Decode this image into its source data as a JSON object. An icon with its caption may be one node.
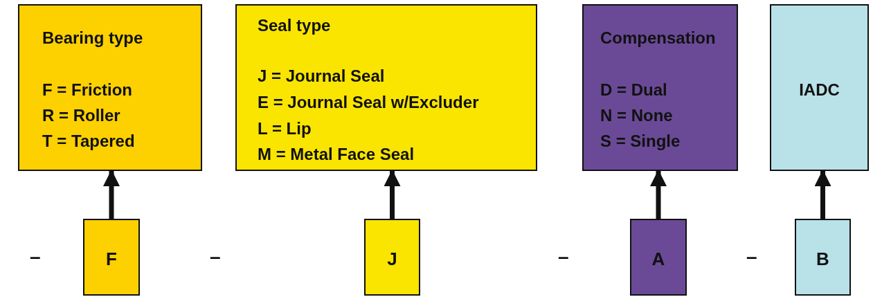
{
  "diagram": {
    "nodes": [
      {
        "text": [
          "Bearing type",
          "F = Friction",
          "R = Roller",
          "T = Tapered"
        ]
      },
      {
        "text": [
          "Seal type",
          "J = Journal Seal",
          "E = Journal Seal w/Excluder",
          "L = Lip",
          "M = Metal Face Seal"
        ]
      },
      {
        "text": [
          "Compensation",
          "D = Dual",
          "N = None",
          "S = Single"
        ]
      },
      {
        "text": [
          "IADC"
        ]
      },
      {
        "text": [
          "F"
        ]
      },
      {
        "text": [
          "J"
        ]
      },
      {
        "text": [
          "A"
        ]
      },
      {
        "text": [
          "B"
        ]
      }
    ],
    "edges": [
      {
        "from": 4,
        "to": 0,
        "arrow": "to"
      },
      {
        "from": 5,
        "to": 1,
        "arrow": "to"
      },
      {
        "from": 6,
        "to": 2,
        "arrow": "to"
      },
      {
        "from": 7,
        "to": 3,
        "arrow": "to"
      }
    ],
    "labels": [
      "–",
      "–",
      "–",
      "–"
    ]
  }
}
